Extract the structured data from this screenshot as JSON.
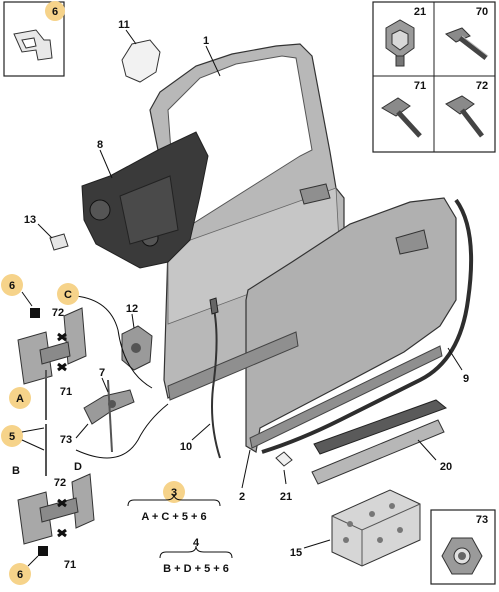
{
  "callouts": {
    "c6_top": "6",
    "c11": "11",
    "c1": "1",
    "c8": "8",
    "c13": "13",
    "c6_left": "6",
    "cC": "C",
    "c72_a": "72",
    "c12": "12",
    "c71_a": "71",
    "cA": "A",
    "c5": "5",
    "c7": "7",
    "c73_mid": "73",
    "c10": "10",
    "c9": "9",
    "cB": "B",
    "cD": "D",
    "c72_b": "72",
    "c71_b": "71",
    "c6_bottom": "6",
    "c3": "3",
    "c2": "2",
    "c21_mid": "21",
    "c20": "20",
    "c4": "4",
    "c15": "15"
  },
  "formulas": {
    "kit3": "A + C + 5 + 6",
    "kit4": "B + D + 5 + 6"
  },
  "inset_boxes": {
    "b21": "21",
    "b70": "70",
    "b71": "71",
    "b72": "72",
    "b73": "73"
  },
  "colors": {
    "highlight": "#f6d38a",
    "door_panel": "#b8b8b8",
    "door_shadow": "#8f8f8f",
    "dark_part": "#3a3a3a"
  }
}
